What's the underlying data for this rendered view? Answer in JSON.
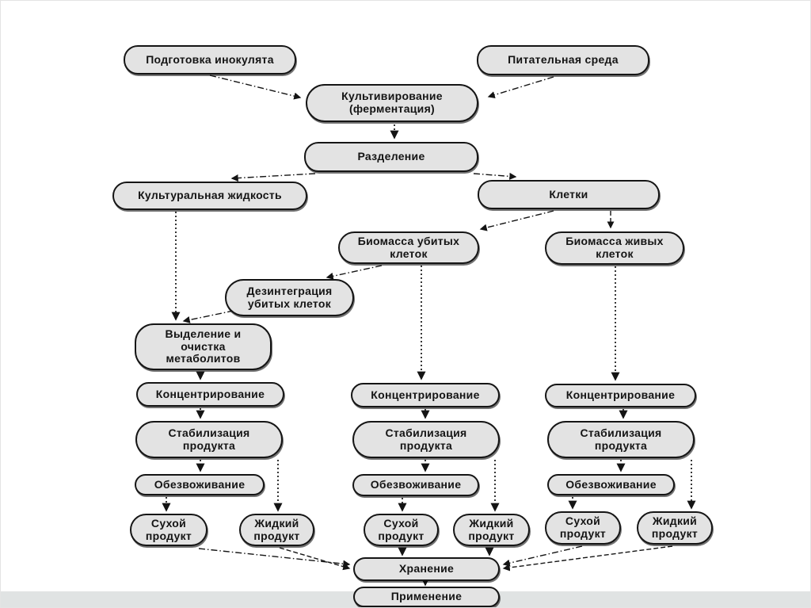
{
  "diagram": {
    "description": "Biotechnology production process flowchart (in Russian)",
    "colors": {
      "node_fill": "#e3e3e3",
      "node_border": "#151515",
      "background": "#ffffff",
      "footer_strip": "#e0e3e3",
      "connector": "#141414"
    },
    "nodes": {
      "inoculum-preparation": {
        "label": "Подготовка инокулята"
      },
      "nutrient-medium": {
        "label": "Питательная среда"
      },
      "cultivation-fermentation": {
        "label": "Культивирование\n(ферментация)"
      },
      "separation": {
        "label": "Разделение"
      },
      "culture-liquid": {
        "label": "Культуральная жидкость"
      },
      "cells": {
        "label": "Клетки"
      },
      "killed-cells-biomass": {
        "label": "Биомасса убитых\nклеток"
      },
      "living-cells-biomass": {
        "label": "Биомасса живых\nклеток"
      },
      "disintegration": {
        "label": "Дезинтеграция\nубитых клеток"
      },
      "metabolite-isolation": {
        "label": "Выделение и\nочистка\nметаболитов"
      },
      "concentration-1": {
        "label": "Концентрирование"
      },
      "stabilization-1": {
        "label": "Стабилизация\nпродукта"
      },
      "dehydration-1": {
        "label": "Обезвоживание"
      },
      "dry-product-1": {
        "label": "Сухой\nпродукт"
      },
      "liquid-product-1": {
        "label": "Жидкий\nпродукт"
      },
      "concentration-2": {
        "label": "Концентрирование"
      },
      "stabilization-2": {
        "label": "Стабилизация\nпродукта"
      },
      "dehydration-2": {
        "label": "Обезвоживание"
      },
      "dry-product-2": {
        "label": "Сухой\nпродукт"
      },
      "liquid-product-2": {
        "label": "Жидкий\nпродукт"
      },
      "concentration-3": {
        "label": "Концентрирование"
      },
      "stabilization-3": {
        "label": "Стабилизация\nпродукта"
      },
      "dehydration-3": {
        "label": "Обезвоживание"
      },
      "dry-product-3": {
        "label": "Сухой\nпродукт"
      },
      "liquid-product-3": {
        "label": "Жидкий\nпродукт"
      },
      "storage": {
        "label": "Хранение"
      },
      "application": {
        "label": "Применение"
      }
    },
    "edges": [
      {
        "from": "inoculum-preparation",
        "to": "cultivation-fermentation",
        "style": "dashdot"
      },
      {
        "from": "nutrient-medium",
        "to": "cultivation-fermentation",
        "style": "dashdot"
      },
      {
        "from": "cultivation-fermentation",
        "to": "separation",
        "style": "dotted"
      },
      {
        "from": "separation",
        "to": "culture-liquid",
        "style": "dashdot"
      },
      {
        "from": "separation",
        "to": "cells",
        "style": "dashdot"
      },
      {
        "from": "culture-liquid",
        "to": "metabolite-isolation",
        "style": "dotted"
      },
      {
        "from": "cells",
        "to": "killed-cells-biomass",
        "style": "dashdot"
      },
      {
        "from": "cells",
        "to": "living-cells-biomass",
        "style": "dashed"
      },
      {
        "from": "killed-cells-biomass",
        "to": "disintegration",
        "style": "dashdot"
      },
      {
        "from": "killed-cells-biomass",
        "to": "concentration-2",
        "style": "dotted"
      },
      {
        "from": "living-cells-biomass",
        "to": "concentration-3",
        "style": "dotted"
      },
      {
        "from": "disintegration",
        "to": "metabolite-isolation",
        "style": "dashdot"
      },
      {
        "from": "metabolite-isolation",
        "to": "concentration-1",
        "style": "dotted"
      },
      {
        "from": "concentration-1",
        "to": "stabilization-1",
        "style": "dotted"
      },
      {
        "from": "stabilization-1",
        "to": "dehydration-1",
        "style": "dotted"
      },
      {
        "from": "stabilization-1",
        "to": "liquid-product-1",
        "style": "dotted"
      },
      {
        "from": "dehydration-1",
        "to": "dry-product-1",
        "style": "dotted"
      },
      {
        "from": "concentration-2",
        "to": "stabilization-2",
        "style": "dotted"
      },
      {
        "from": "stabilization-2",
        "to": "dehydration-2",
        "style": "dotted"
      },
      {
        "from": "stabilization-2",
        "to": "liquid-product-2",
        "style": "dotted"
      },
      {
        "from": "dehydration-2",
        "to": "dry-product-2",
        "style": "dotted"
      },
      {
        "from": "concentration-3",
        "to": "stabilization-3",
        "style": "dotted"
      },
      {
        "from": "stabilization-3",
        "to": "dehydration-3",
        "style": "dotted"
      },
      {
        "from": "stabilization-3",
        "to": "liquid-product-3",
        "style": "dotted"
      },
      {
        "from": "dehydration-3",
        "to": "dry-product-3",
        "style": "dotted"
      },
      {
        "from": "dry-product-1",
        "to": "storage",
        "style": "dashdot"
      },
      {
        "from": "liquid-product-1",
        "to": "storage",
        "style": "dashed"
      },
      {
        "from": "dry-product-2",
        "to": "storage",
        "style": "dotted"
      },
      {
        "from": "liquid-product-2",
        "to": "storage",
        "style": "dotted"
      },
      {
        "from": "dry-product-3",
        "to": "storage",
        "style": "dashdot"
      },
      {
        "from": "liquid-product-3",
        "to": "storage",
        "style": "dashed"
      },
      {
        "from": "storage",
        "to": "application",
        "style": "solid"
      }
    ]
  }
}
